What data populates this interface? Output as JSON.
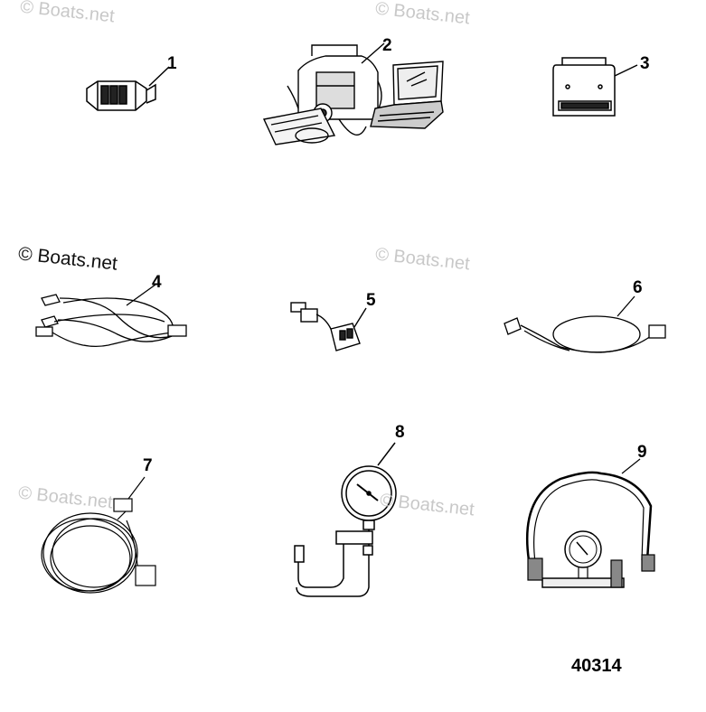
{
  "watermark": {
    "text": "© Boats.net"
  },
  "callouts": [
    "1",
    "2",
    "3",
    "4",
    "5",
    "6",
    "7",
    "8",
    "9"
  ],
  "figure_number": "40314",
  "parts": [
    {
      "name": "connector"
    },
    {
      "name": "diagnostic-kit"
    },
    {
      "name": "module-box"
    },
    {
      "name": "harness-clips"
    },
    {
      "name": "adapter-plug"
    },
    {
      "name": "cable-adapter"
    },
    {
      "name": "extension-cable"
    },
    {
      "name": "pressure-gauge"
    },
    {
      "name": "gauge-hose-kit"
    }
  ]
}
